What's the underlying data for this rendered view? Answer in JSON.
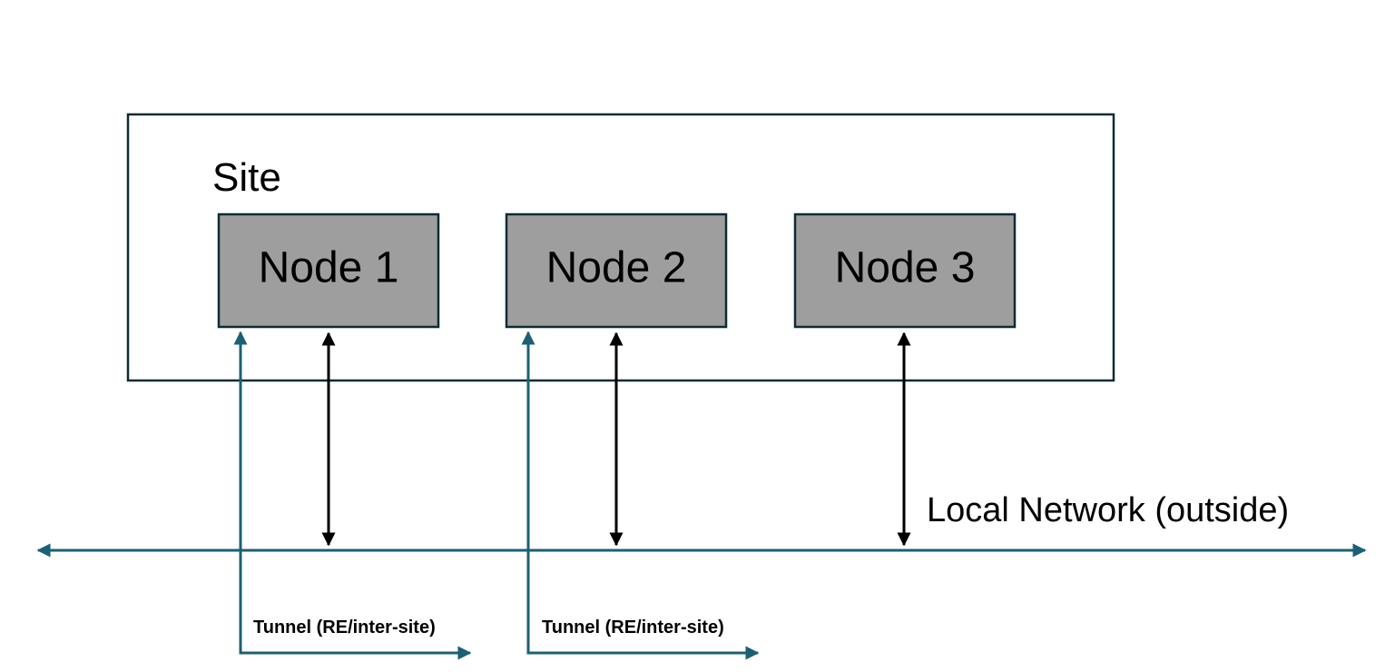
{
  "site": {
    "label": "Site"
  },
  "nodes": [
    {
      "label": "Node 1"
    },
    {
      "label": "Node 2"
    },
    {
      "label": "Node 3"
    }
  ],
  "network": {
    "label": "Local Network (outside)"
  },
  "tunnels": [
    {
      "label": "Tunnel (RE/inter-site)"
    },
    {
      "label": "Tunnel (RE/inter-site)"
    }
  ],
  "colors": {
    "site_border": "#0d2b35",
    "node_fill": "#9e9e9e",
    "node_border": "#0d2b35",
    "network_line": "#1b6075",
    "tunnel_line": "#1b6075",
    "node_link": "#000000"
  }
}
